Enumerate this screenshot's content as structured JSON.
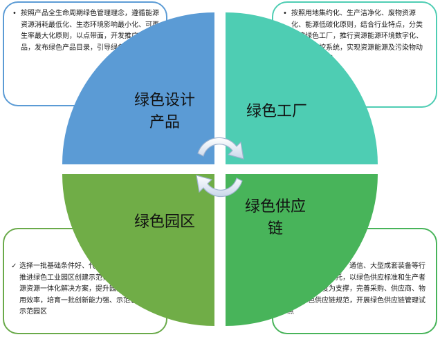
{
  "boxes": {
    "top_left": {
      "bullet": "•",
      "text": "按照产品全生命周期绿色管理理念，遵循能源资源消耗最低化、生态环境影响最小化、可再生率最大化原则，以点带面，开发推广绿色产品，发布绿色产品目录，引导绿色生产"
    },
    "top_right": {
      "bullet": "•",
      "text": "按照用地集约化、生产洁净化、废物资源化、能源低碳化原则，结合行业特点，分类创建绿色工厂，推行资源能源环境数字化、智能化管控系统，实现资源能源及污染物动态监控和管理"
    },
    "bottom_left": {
      "bullet": "✓",
      "text": "选择一批基础条件好、代表性强的工业园区，推进绿色工业园区创建示范，推行园区综合能源资源一体化解决方案，提升园区资源能源利用效率，培育一批创新能力强、示范意义大的示范园区"
    },
    "bottom_right": {
      "bullet": "",
      "text": "以汽车、电子电器、通信、大型成套装备等行业龙头企业为依托，以绿色供应标准和生产者责任延伸制度为支撑，完善采购、供应商、物流等绿色供应链规范，开展绿色供应链管理试点"
    }
  },
  "quadrants": {
    "top_left": {
      "line1": "绿色设计",
      "line2": "产品"
    },
    "top_right": {
      "line1": "绿色工厂",
      "line2": ""
    },
    "bottom_left": {
      "line1": "绿色园区",
      "line2": ""
    },
    "bottom_right": {
      "line1": "绿色供应",
      "line2": "链"
    }
  },
  "colors": {
    "blue": "#5b9bd5",
    "teal": "#4ecdb3",
    "olive_green": "#70ad47",
    "green": "#48b45a"
  }
}
